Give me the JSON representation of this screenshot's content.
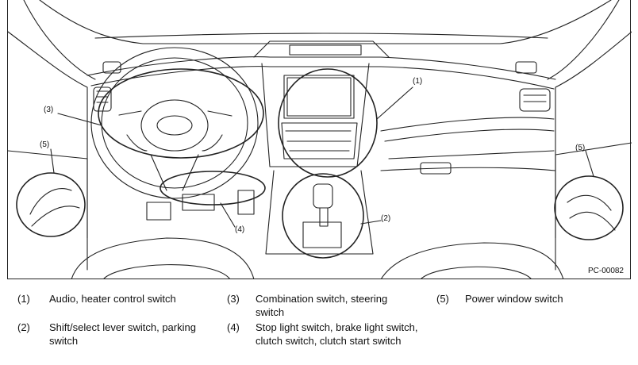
{
  "figure": {
    "code": "PC-00082",
    "callouts": [
      {
        "id": "c1",
        "label": "(1)"
      },
      {
        "id": "c2",
        "label": "(2)"
      },
      {
        "id": "c3",
        "label": "(3)"
      },
      {
        "id": "c4",
        "label": "(4)"
      },
      {
        "id": "c5a",
        "label": "(5)"
      },
      {
        "id": "c5b",
        "label": "(5)"
      }
    ]
  },
  "legend": [
    {
      "num": "(1)",
      "text": "Audio, heater control switch"
    },
    {
      "num": "(2)",
      "text": "Shift/select lever switch, parking switch"
    },
    {
      "num": "(3)",
      "text": "Combination switch, steering switch"
    },
    {
      "num": "(4)",
      "text": "Stop light switch, brake light switch, clutch switch, clutch start switch"
    },
    {
      "num": "(5)",
      "text": "Power window switch"
    }
  ]
}
